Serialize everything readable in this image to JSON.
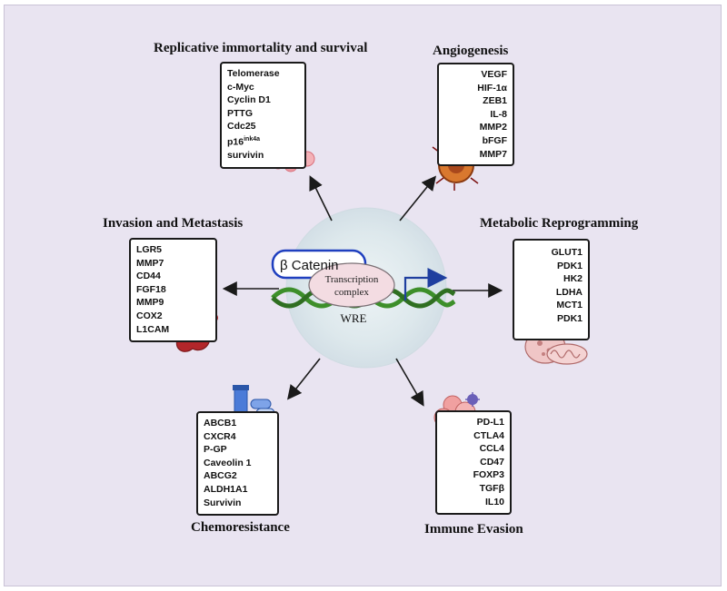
{
  "center": {
    "protein_label": "β Catenin",
    "complex_line1": "Transcription",
    "complex_line2": "complex",
    "element_label": "WRE"
  },
  "categories": {
    "replicative": {
      "title": "Replicative immortality and survival",
      "items": [
        "Telomerase",
        "c-Myc",
        "Cyclin D1",
        "PTTG",
        "Cdc25",
        "p16",
        "survivin"
      ],
      "superscript": "ink4a"
    },
    "angiogenesis": {
      "title": "Angiogenesis",
      "items": [
        "VEGF",
        "HIF-1α",
        "ZEB1",
        "IL-8",
        "MMP2",
        "bFGF",
        "MMP7"
      ]
    },
    "invasion": {
      "title": "Invasion and Metastasis",
      "items": [
        "LGR5",
        "MMP7",
        "CD44",
        "FGF18",
        "MMP9",
        "COX2",
        "L1CAM"
      ]
    },
    "metabolic": {
      "title": "Metabolic Reprogramming",
      "items": [
        "GLUT1",
        "PDK1",
        "HK2",
        "LDHA",
        "MCT1",
        "PDK1"
      ]
    },
    "chemoresistance": {
      "title": "Chemoresistance",
      "items": [
        "ABCB1",
        "CXCR4",
        "P-GP",
        "Caveolin 1",
        "ABCG2",
        "ALDH1A1",
        "Survivin"
      ]
    },
    "immune": {
      "title": "Immune Evasion",
      "items": [
        "PD-L1",
        "CTLA4",
        "CCL4",
        "CD47",
        "FOXP3",
        "TGFβ",
        "IL10"
      ]
    }
  },
  "colors": {
    "background": "#e9e4f1",
    "center_circle": "#dfe8ee",
    "beta_catenin_outline": "#1f3fbf",
    "dna_green": "#3d8f2a",
    "promoter_arrow": "#1f3f9f"
  },
  "icons": [
    "dividing-cells-icon",
    "tumor-cell-icon",
    "metastatic-cell-icon",
    "mitochondria-cell-icon",
    "drug-vial-pills-icon",
    "immune-cells-icon"
  ]
}
